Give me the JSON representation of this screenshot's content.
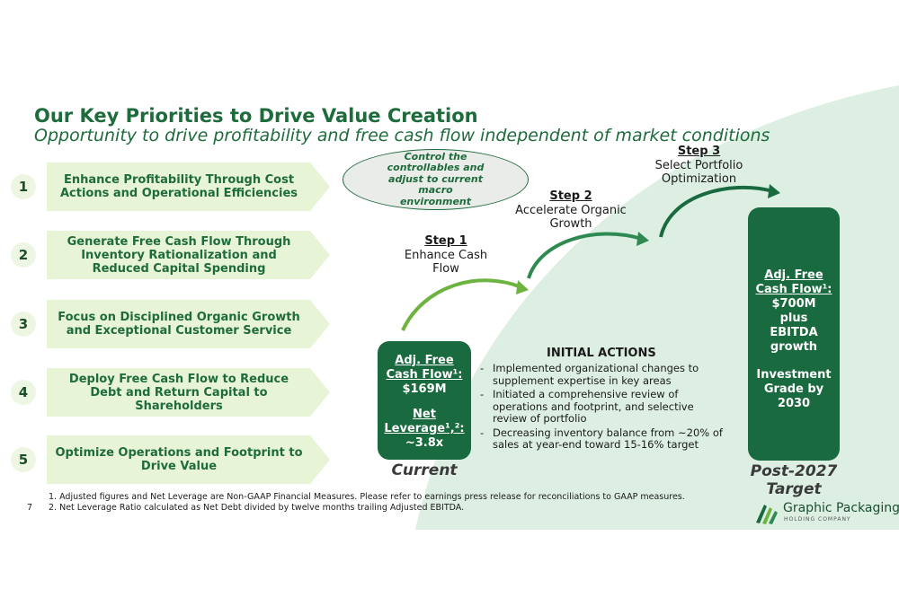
{
  "title": "Our Key Priorities to Drive Value Creation",
  "subtitle": "Opportunity to drive profitability and free cash flow independent of market conditions",
  "priorities": [
    {
      "num": "1",
      "text": "Enhance Profitability Through Cost Actions and Operational Efficiencies"
    },
    {
      "num": "2",
      "text": "Generate Free Cash Flow Through Inventory Rationalization and Reduced Capital Spending"
    },
    {
      "num": "3",
      "text": "Focus on Disciplined Organic Growth and Exceptional Customer Service"
    },
    {
      "num": "4",
      "text": "Deploy Free Cash Flow to Reduce Debt and Return Capital to Shareholders"
    },
    {
      "num": "5",
      "text": "Optimize Operations and Footprint to Drive Value"
    }
  ],
  "oval_text": "Control the controllables and adjust to current macro environment",
  "steps": [
    {
      "head": "Step 1",
      "line1": "Enhance Cash",
      "line2": "Flow"
    },
    {
      "head": "Step 2",
      "line1": "Accelerate Organic",
      "line2": "Growth"
    },
    {
      "head": "Step 3",
      "line1": "Select Portfolio",
      "line2": "Optimization"
    }
  ],
  "current_box": {
    "fcf_label": "Adj. Free Cash Flow¹:",
    "fcf_value": "$169M",
    "lev_label": "Net Leverage¹,²:",
    "lev_value": "~3.8x"
  },
  "target_box": {
    "fcf_label": "Adj. Free Cash Flow¹:",
    "fcf_value": "$700M",
    "plus": "plus",
    "ebitda": "EBITDA",
    "growth": "growth",
    "investment": "Investment",
    "grade": "Grade by",
    "year": "2030"
  },
  "initial_actions": {
    "title": "INITIAL ACTIONS",
    "items": [
      "Implemented organizational changes to supplement expertise in key areas",
      "Initiated a comprehensive review of operations and footprint, and selective review of portfolio",
      "Decreasing inventory balance from ~20% of sales at year-end toward 15-16% target"
    ]
  },
  "current_label": "Current",
  "target_label_1": "Post-2027",
  "target_label_2": "Target",
  "footnotes": [
    "1.  Adjusted figures and Net Leverage are Non-GAAP Financial Measures. Please refer to earnings press release for reconciliations to GAAP measures.",
    "2.  Net Leverage Ratio calculated as Net Debt divided by twelve months trailing Adjusted EBITDA."
  ],
  "page_number": "7",
  "logo": {
    "name": "Graphic Packaging",
    "sub": "HOLDING COMPANY"
  },
  "colors": {
    "brand_green": "#1a6a3f",
    "light_green": "#e8f4d6",
    "swoosh": "#ddefe3",
    "arrow_green": "#6db33f"
  }
}
